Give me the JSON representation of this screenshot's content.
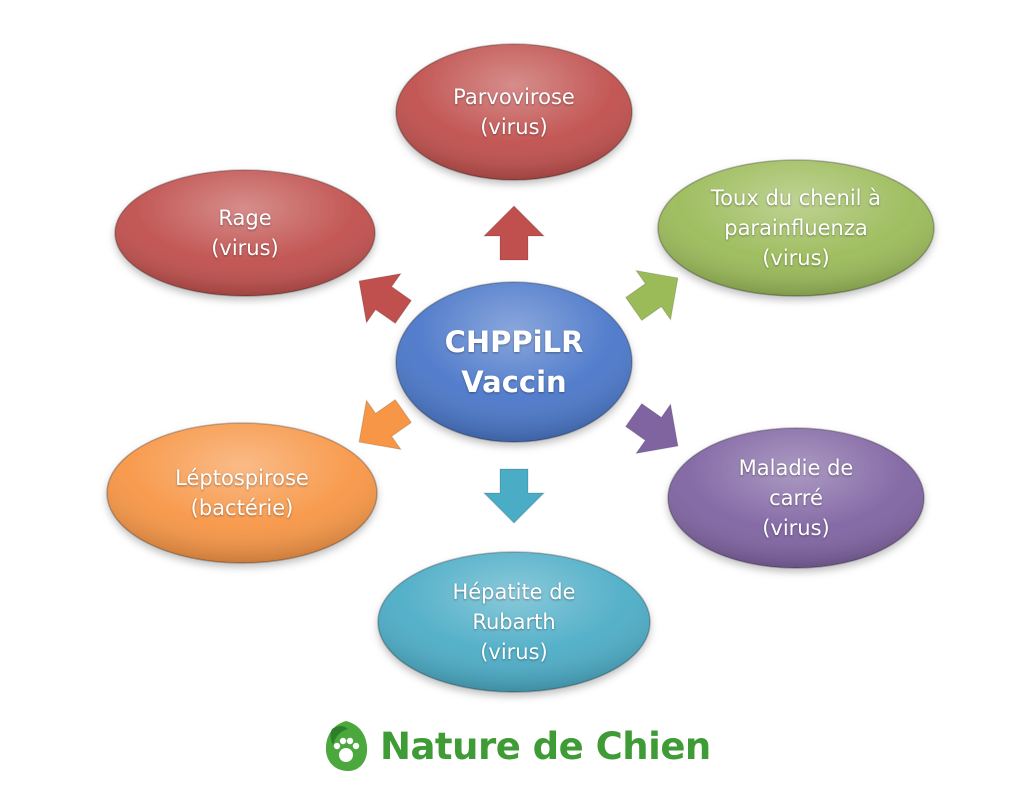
{
  "center": {
    "line1": "CHPPiLR",
    "line2": "Vaccin",
    "color": "#4a77c9"
  },
  "nodes": [
    {
      "id": "parvovirose",
      "lines": [
        "Parvovirose",
        "(virus)"
      ],
      "color": "#c0504d"
    },
    {
      "id": "toux-du-chenil",
      "lines": [
        "Toux du chenil à",
        "parainfluenza",
        "(virus)"
      ],
      "color": "#9bbb59"
    },
    {
      "id": "maladie-de-carre",
      "lines": [
        "Maladie de",
        "carré",
        "(virus)"
      ],
      "color": "#8064a2"
    },
    {
      "id": "hepatite-de-rubarth",
      "lines": [
        "Hépatite de",
        "Rubarth",
        "(virus)"
      ],
      "color": "#4bacc6"
    },
    {
      "id": "leptospirose",
      "lines": [
        "Léptospirose",
        "(bactérie)"
      ],
      "color": "#f79646"
    },
    {
      "id": "rage",
      "lines": [
        "Rage",
        "(virus)"
      ],
      "color": "#c0504d"
    }
  ],
  "brand": {
    "name": "Nature de Chien",
    "color": "#3f9b35",
    "logo_icon": "dog-paw-leaf-icon"
  }
}
